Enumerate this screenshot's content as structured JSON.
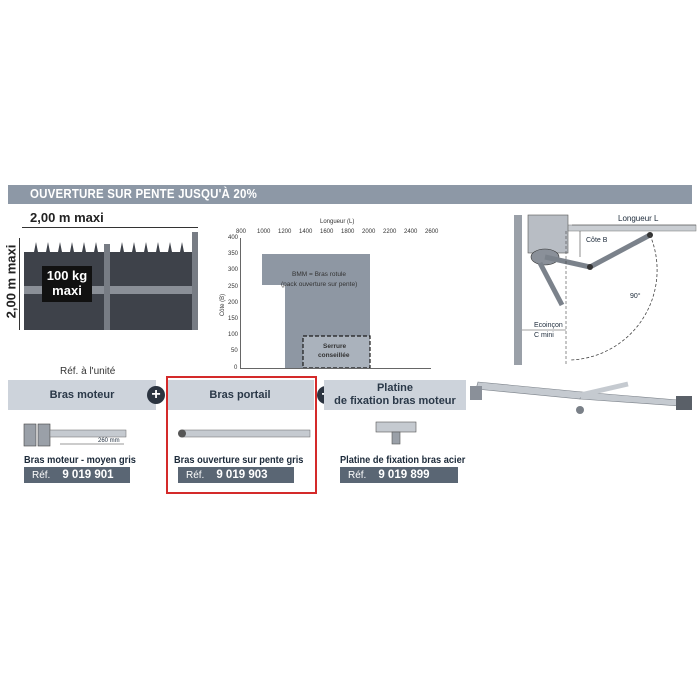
{
  "banner": {
    "title": "OUVERTURE SUR PENTE JUSQU'À 20%"
  },
  "gate_diagram": {
    "width_label": "2,00 m maxi",
    "height_label": "2,00 m maxi",
    "weight_line1": "100 kg",
    "weight_line2": "maxi"
  },
  "chart": {
    "x_axis_title": "Longueur (L)",
    "y_axis_title": "Côte (B)",
    "x_ticks": [
      "800",
      "1000",
      "1200",
      "1400",
      "1600",
      "1800",
      "2000",
      "2200",
      "2400",
      "2600"
    ],
    "y_ticks": [
      "400",
      "350",
      "300",
      "250",
      "200",
      "150",
      "100",
      "50",
      "0"
    ],
    "zone_main_line1": "BMM = Bras rotule",
    "zone_main_line2": "(pack ouverture sur pente)",
    "zone_lock_line1": "Serrure",
    "zone_lock_line2": "conseillée"
  },
  "install_diagram": {
    "length_label": "Longueur L",
    "side_label": "Côte B",
    "angle_label": "90°",
    "corner_line1": "Ecoinçon",
    "corner_line2": "C mini"
  },
  "unit_ref_label": "Réf. à l'unité",
  "products": [
    {
      "header": "Bras moteur",
      "name": "Bras moteur - moyen gris",
      "ref_label": "Réf.",
      "ref": "9 019 901",
      "dimension": "260 mm"
    },
    {
      "header": "Bras portail",
      "name": "Bras ouverture sur pente gris",
      "ref_label": "Réf.",
      "ref": "9 019 903"
    },
    {
      "header_line1": "Platine",
      "header_line2": "de fixation bras moteur",
      "name": "Platine de fixation bras acier",
      "ref_label": "Réf.",
      "ref": "9 019 899"
    }
  ],
  "plus_symbol": "+",
  "colors": {
    "banner": "#8d98a6",
    "header": "#cdd3db",
    "ref_bg": "#5a6674",
    "highlight": "#d42a2a"
  }
}
